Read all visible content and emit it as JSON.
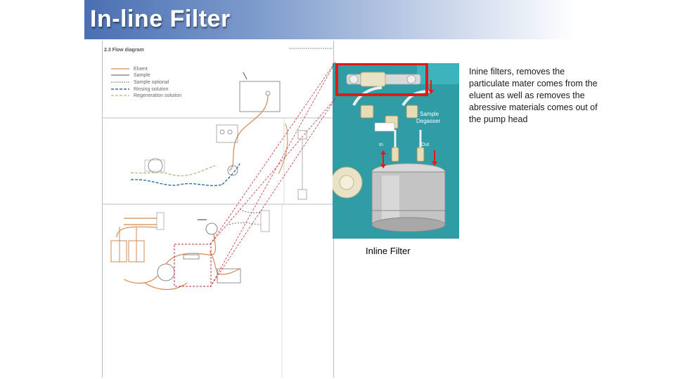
{
  "slide": {
    "title": "In-line Filter",
    "description": "Inine filters, removes the particulate mater comes from the eluent as well as removes the abressive materials comes out of the pump head",
    "photo_caption": "Inline Filter"
  },
  "diagram": {
    "heading": "2.3 Flow diagram",
    "legend": [
      {
        "label": "Eluent",
        "color": "#d08a52",
        "style": "solid"
      },
      {
        "label": "Sample",
        "color": "#555555",
        "style": "solid"
      },
      {
        "label": "Sample optional",
        "color": "#555555",
        "style": "dotted"
      },
      {
        "label": "Rinsing solution",
        "color": "#2a6fb0",
        "style": "dashed"
      },
      {
        "label": "Regeneration solution",
        "color": "#9fbf7a",
        "style": "dashed"
      }
    ]
  },
  "photo": {
    "label_sample": "Sample",
    "label_degasser": "Degasser",
    "label_in": "In",
    "label_out": "Out"
  },
  "colors": {
    "banner": "#4a6fb2",
    "highlight_box": "#e01919",
    "leader_lines": "#c83232",
    "eluent_tubing": "#d08a52",
    "instrument_panel": "#2f9ca6"
  }
}
